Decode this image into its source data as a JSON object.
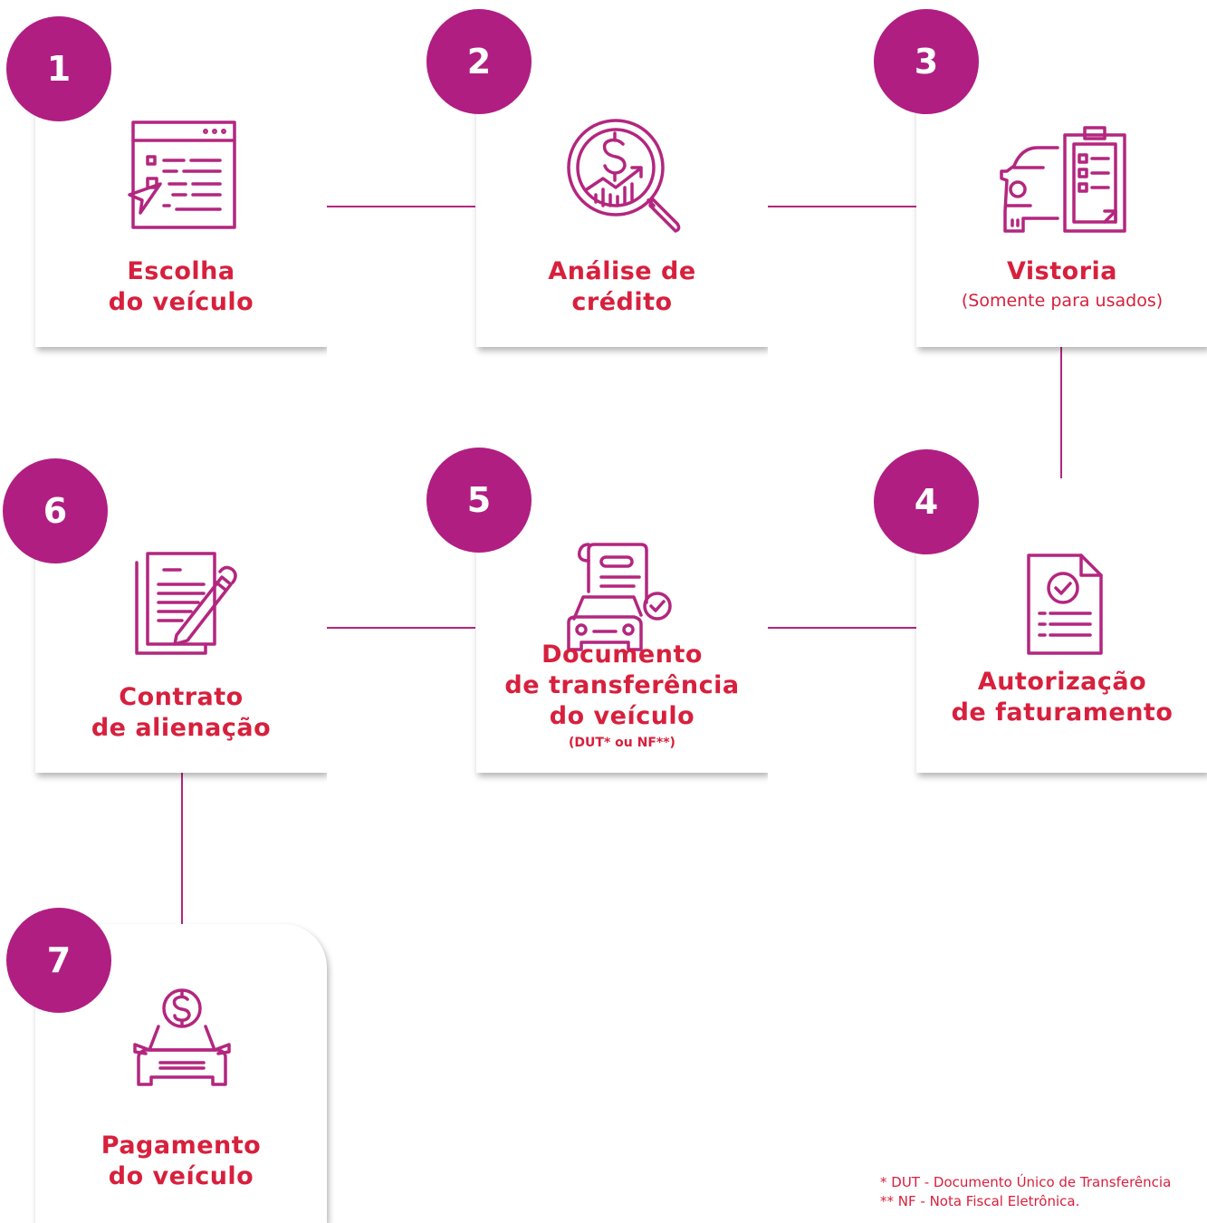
{
  "colors": {
    "badge": "#b01e82",
    "title": "#d7203d",
    "icon": "#b3267f",
    "connector": "#b3267f",
    "card_background": "#ffffff"
  },
  "steps": [
    {
      "number": "1",
      "title_line1": "Escolha",
      "title_line2": "do veículo",
      "icon": "web-selection-icon"
    },
    {
      "number": "2",
      "title_line1": "Análise de",
      "title_line2": "crédito",
      "icon": "credit-analysis-magnifier-icon"
    },
    {
      "number": "3",
      "title_line1": "Vistoria",
      "subtitle": "(Somente para usados)",
      "icon": "car-inspection-clipboard-icon"
    },
    {
      "number": "4",
      "title_line1": "Autorização",
      "title_line2": "de faturamento",
      "icon": "approved-document-icon"
    },
    {
      "number": "5",
      "title_line1": "Documento",
      "title_line2": "de transferência",
      "title_line3": "do veículo",
      "note": "(DUT* ou NF**)",
      "icon": "car-document-check-icon"
    },
    {
      "number": "6",
      "title_line1": "Contrato",
      "title_line2": "de alienação",
      "icon": "contract-signing-icon"
    },
    {
      "number": "7",
      "title_line1": "Pagamento",
      "title_line2": "do veículo",
      "icon": "car-payment-icon"
    }
  ],
  "footnotes": {
    "line1": "* DUT - Documento Único de Transferência",
    "line2": "** NF - Nota Fiscal Eletrônica."
  }
}
